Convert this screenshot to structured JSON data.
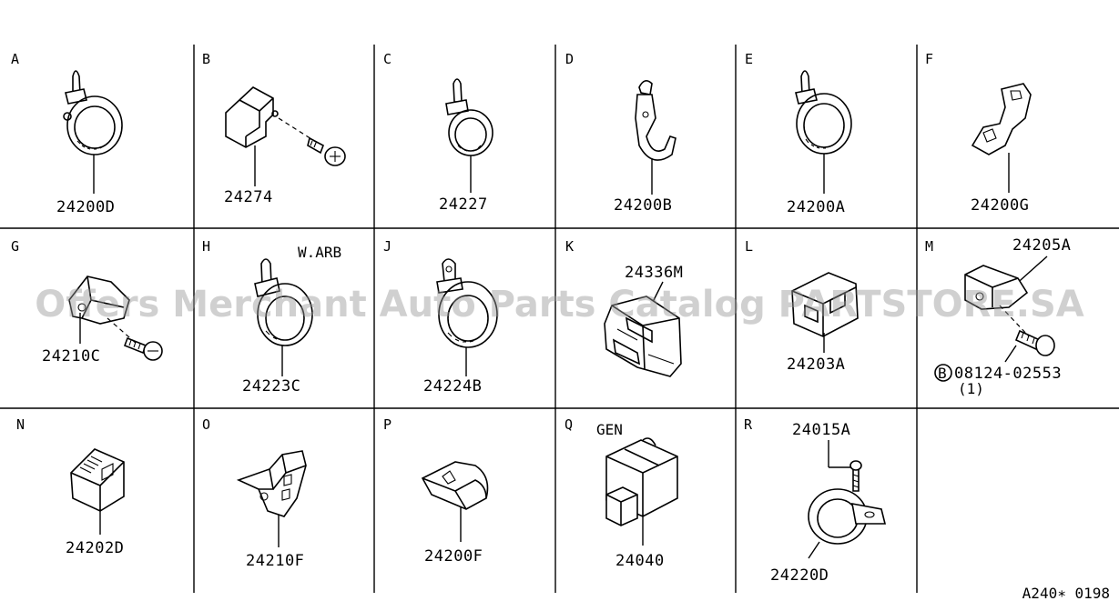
{
  "cells": [
    {
      "letter": "A",
      "part": "24200D"
    },
    {
      "letter": "B",
      "part": "24274"
    },
    {
      "letter": "C",
      "part": "24227"
    },
    {
      "letter": "D",
      "part": "24200B"
    },
    {
      "letter": "E",
      "part": "24200A"
    },
    {
      "letter": "F",
      "part": "24200G"
    },
    {
      "letter": "G",
      "part": "24210C"
    },
    {
      "letter": "H",
      "part": "24223C",
      "note": "W.ARB"
    },
    {
      "letter": "J",
      "part": "24224B"
    },
    {
      "letter": "K",
      "part": "24336M"
    },
    {
      "letter": "L",
      "part": "24203A"
    },
    {
      "letter": "M",
      "part": "24205A",
      "bolt_symbol": "B",
      "bolt_part": "08124-02553",
      "bolt_qty": "(1)"
    },
    {
      "letter": "N",
      "part": "24202D"
    },
    {
      "letter": "O",
      "part": "24210F"
    },
    {
      "letter": "P",
      "part": "24200F"
    },
    {
      "letter": "Q",
      "part": "24040",
      "note": "GEN"
    },
    {
      "letter": "R",
      "part": "24220D",
      "part2": "24015A"
    }
  ],
  "watermark": "Offers Merchant Auto Parts Catalog PARTSTORE.SA",
  "diagram_code": "A240∗ 0198"
}
